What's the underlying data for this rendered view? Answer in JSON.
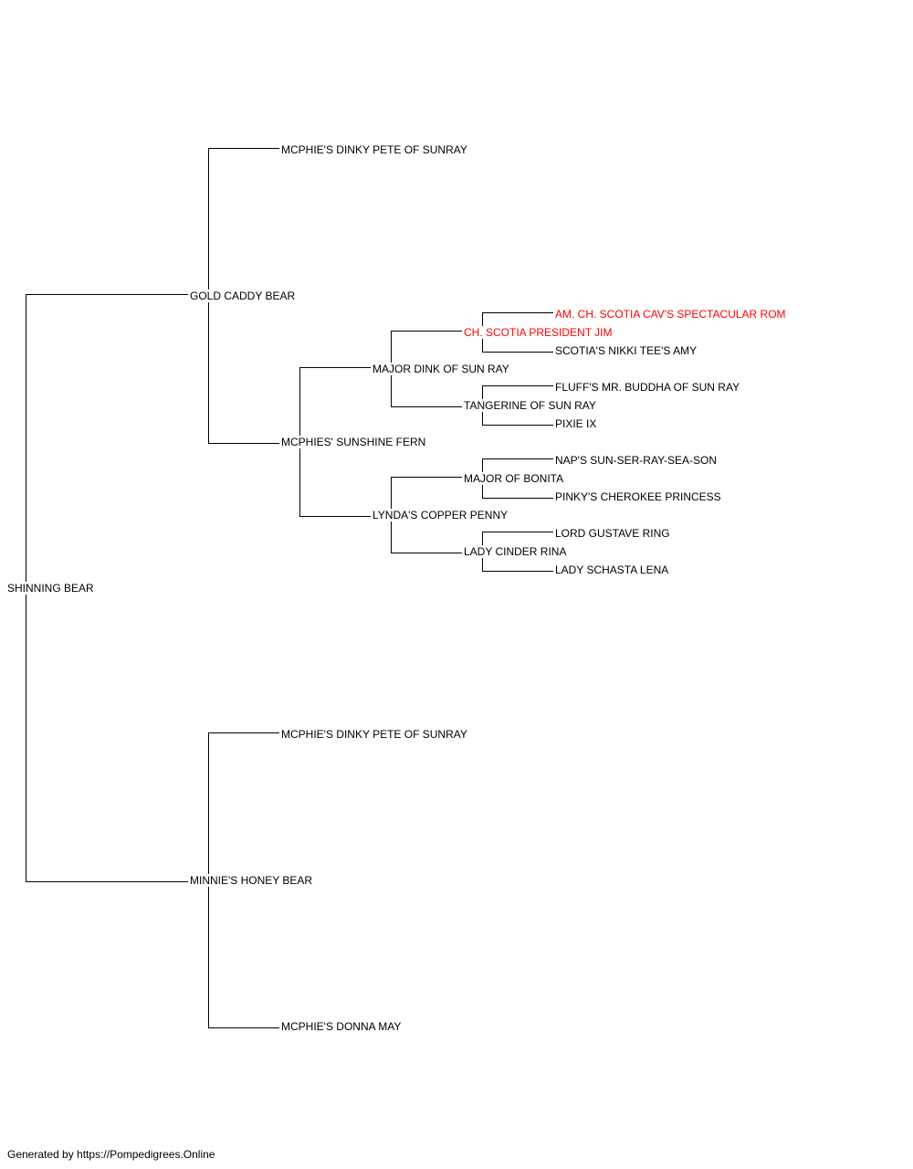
{
  "pedigree": {
    "subject": "SHINNING BEAR",
    "sire": "GOLD CADDY BEAR",
    "dam": "MINNIE'S HONEY BEAR",
    "sire_sire": "MCPHIE'S DINKY PETE OF SUNRAY",
    "sire_dam": "MCPHIES' SUNSHINE FERN",
    "dam_sire": "MCPHIE'S DINKY PETE OF SUNRAY",
    "dam_dam": "MCPHIE'S DONNA MAY",
    "sire_dam_sire": "MAJOR DINK OF SUN RAY",
    "sire_dam_dam": "LYNDA'S COPPER PENNY",
    "sire_dam_sire_sire": "CH. SCOTIA PRESIDENT JIM",
    "sire_dam_sire_dam": "TANGERINE OF SUN RAY",
    "sire_dam_dam_sire": "MAJOR OF BONITA",
    "sire_dam_dam_dam": "LADY CINDER RINA",
    "sire_dam_sire_sire_sire": "AM. CH. SCOTIA CAV'S SPECTACULAR ROM",
    "sire_dam_sire_sire_dam": "SCOTIA'S NIKKI TEE'S AMY",
    "sire_dam_sire_dam_sire": "FLUFF'S MR. BUDDHA OF SUN RAY",
    "sire_dam_sire_dam_dam": "PIXIE IX",
    "sire_dam_dam_sire_sire": "NAP'S SUN-SER-RAY-SEA-SON",
    "sire_dam_dam_sire_dam": "PINKY'S CHEROKEE PRINCESS",
    "sire_dam_dam_dam_sire": "LORD GUSTAVE RING",
    "sire_dam_dam_dam_dam": "LADY SCHASTA LENA"
  },
  "colors": {
    "text": "#000000",
    "highlight": "#ff0000",
    "line": "#000000"
  },
  "footer": {
    "text": "Generated by https://Pompedigrees.Online"
  }
}
